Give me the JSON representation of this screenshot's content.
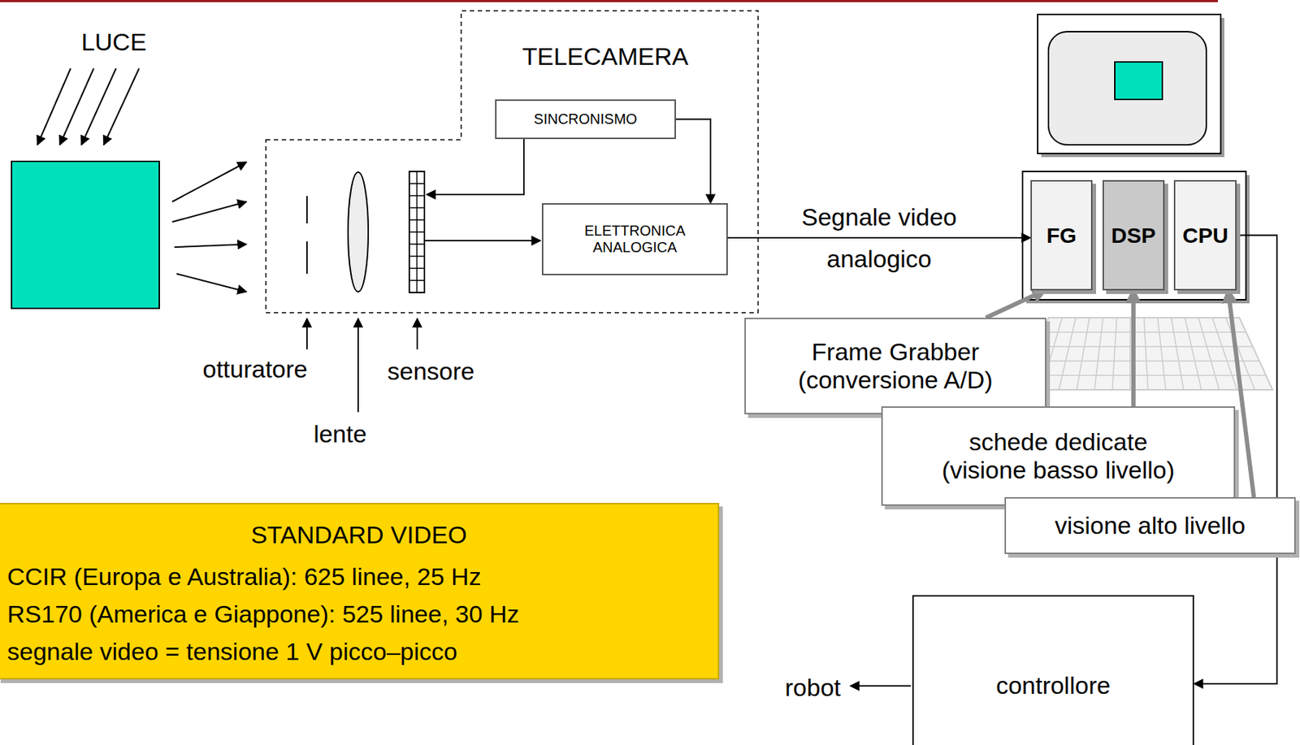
{
  "diagram": {
    "nodes": [
      {
        "text": [
          "TELECAMERA"
        ]
      },
      {
        "text": [
          "SINCRONISMO"
        ],
        "in": 0
      },
      {
        "text": [
          "ELETTRONICA ANALOGICA"
        ],
        "in": 0
      },
      {
        "text": [
          "FG"
        ]
      },
      {
        "text": [
          "DSP"
        ]
      },
      {
        "text": [
          "CPU"
        ]
      },
      {
        "text": [
          "Frame Grabber (conversione A/D)"
        ]
      },
      {
        "text": [
          "schede dedicate (visione basso livello)"
        ]
      },
      {
        "text": [
          "visione alto livello"
        ]
      },
      {
        "text": [
          "STANDARD VIDEO",
          "CCIR (Europa e Australia): 625 linee, 25 Hz",
          "RS170 (America e Giappone): 525 linee, 30 Hz",
          "segnale video = tensione 1 V picco–picco"
        ]
      },
      {
        "text": [
          "controllore"
        ]
      }
    ],
    "edges": [
      {
        "from": 1,
        "to": 2,
        "arrow": "to"
      },
      {
        "from": 2,
        "to": 3,
        "label": "Segnale video analogico",
        "arrow": "to"
      },
      {
        "from": 6,
        "to": 3,
        "arrow": "to"
      },
      {
        "from": 7,
        "to": 4,
        "arrow": "to"
      },
      {
        "from": 8,
        "to": 5,
        "arrow": "to"
      },
      {
        "from": 5,
        "to": 10,
        "arrow": "to"
      }
    ],
    "labels": [
      "LUCE",
      "otturatore",
      "lente",
      "sensore",
      "robot"
    ]
  }
}
